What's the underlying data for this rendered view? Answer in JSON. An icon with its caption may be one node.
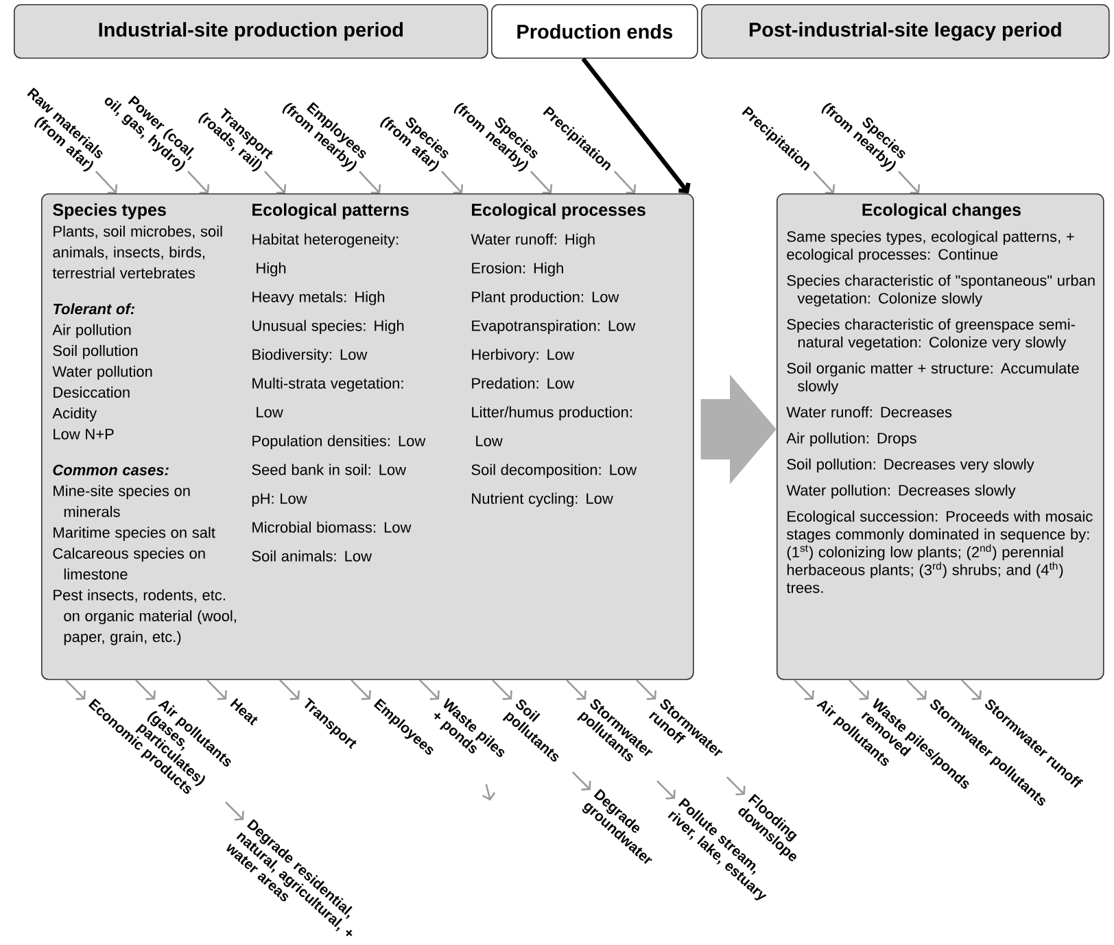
{
  "diagram": {
    "nodes": [
      {
        "text": [
          "Industrial-site production period"
        ]
      },
      {
        "text": [
          "Production ends"
        ]
      },
      {
        "text": [
          "Post-industrial-site legacy period"
        ]
      },
      {
        "text": [
          "Species types",
          "Plants, soil microbes, soil animals, insects, birds, terrestrial vertebrates",
          "Tolerant of:",
          "Air pollution",
          "Soil pollution",
          "Water pollution",
          "Desiccation",
          "Acidity",
          "Low N+P",
          "Common cases:",
          "Mine-site species on minerals",
          "Maritime species on salt",
          "Calcareous species on limestone",
          "Pest insects, rodents, etc. on organic material (wool, paper, grain, etc.)",
          "Ecological patterns",
          "Habitat heterogeneity: High",
          "Heavy metals: High",
          "Unusual species: High",
          "Biodiversity: Low",
          "Multi-strata vegetation: Low",
          "Population densities: Low",
          "Seed bank in soil: Low",
          "pH: Low",
          "Microbial biomass: Low",
          "Soil animals: Low",
          "Ecological processes",
          "Water runoff: High",
          "Erosion: High",
          "Plant production: Low",
          "Evapotranspiration: Low",
          "Herbivory: Low",
          "Predation: Low",
          "Litter/humus production: Low",
          "Soil decomposition: Low",
          "Nutrient cycling: Low"
        ]
      },
      {
        "text": [
          "Ecological changes",
          "Same species types, ecological patterns, + ecological processes: Continue",
          "Species characteristic of \"spontaneous\" urban vegetation: Colonize slowly",
          "Species characteristic of greenspace semi-natural vegetation: Colonize very slowly",
          "Soil organic matter + structure: Accumulate slowly",
          "Water runoff: Decreases",
          "Air pollution: Drops",
          "Soil pollution: Decreases very slowly",
          "Water pollution: Decreases slowly",
          "Ecological succession: Proceeds with mosaic stages commonly dominated in sequence by: (1$^{st}$) colonizing low plants; (2$^{nd}$) perennial herbaceous plants; (3$^{rd}$) shrubs; and (4$^{th}$) trees."
        ]
      },
      {
        "text": [
          "Raw materials (from afar)"
        ]
      },
      {
        "text": [
          "Power (coal, oil, gas, hydro)"
        ]
      },
      {
        "text": [
          "Transport (roads, rail)"
        ]
      },
      {
        "text": [
          "Employees (from nearby)"
        ]
      },
      {
        "text": [
          "Species (from afar)"
        ]
      },
      {
        "text": [
          "Species (from nearby)"
        ]
      },
      {
        "text": [
          "Precipitation"
        ]
      },
      {
        "text": [
          "Precipitation"
        ]
      },
      {
        "text": [
          "Species (from nearby)"
        ]
      },
      {
        "text": [
          "Economic products"
        ]
      },
      {
        "text": [
          "Air pollutants (gases, particulates)"
        ]
      },
      {
        "text": [
          "Heat"
        ]
      },
      {
        "text": [
          "Transport"
        ]
      },
      {
        "text": [
          "Employees"
        ]
      },
      {
        "text": [
          "Waste piles + ponds"
        ]
      },
      {
        "text": [
          "Soil pollutants"
        ]
      },
      {
        "text": [
          "Stormwater pollutants"
        ]
      },
      {
        "text": [
          "Stormwater runoff"
        ]
      },
      {
        "text": [
          "Degrade residential, natural, agricultural, + water areas"
        ]
      },
      {
        "text": [
          "Degrade groundwater"
        ]
      },
      {
        "text": [
          "Pollute stream, river, lake, estuary"
        ]
      },
      {
        "text": [
          "Flooding downslope"
        ]
      },
      {
        "text": [
          "Air pollutants"
        ]
      },
      {
        "text": [
          "Waste piles/ponds removed"
        ]
      },
      {
        "text": [
          "Stormwater pollutants"
        ]
      },
      {
        "text": [
          "Stormwater runoff"
        ]
      }
    ],
    "edges": [
      {
        "from": 1,
        "to": 3,
        "arrow": "to",
        "style": "thick",
        "color": "#000000"
      },
      {
        "from": 3,
        "to": 4,
        "arrow": "to",
        "style": "thick",
        "color": "#b0b0b0"
      },
      {
        "from": 5,
        "to": 3,
        "arrow": "to"
      },
      {
        "from": 6,
        "to": 3,
        "arrow": "to"
      },
      {
        "from": 7,
        "to": 3,
        "arrow": "to"
      },
      {
        "from": 8,
        "to": 3,
        "arrow": "to"
      },
      {
        "from": 9,
        "to": 3,
        "arrow": "to"
      },
      {
        "from": 10,
        "to": 3,
        "arrow": "to"
      },
      {
        "from": 11,
        "to": 3,
        "arrow": "to"
      },
      {
        "from": 12,
        "to": 4,
        "arrow": "to"
      },
      {
        "from": 13,
        "to": 4,
        "arrow": "to"
      },
      {
        "from": 3,
        "to": 14,
        "arrow": "to"
      },
      {
        "from": 3,
        "to": 15,
        "arrow": "to"
      },
      {
        "from": 3,
        "to": 16,
        "arrow": "to"
      },
      {
        "from": 3,
        "to": 17,
        "arrow": "to"
      },
      {
        "from": 3,
        "to": 18,
        "arrow": "to"
      },
      {
        "from": 3,
        "to": 19,
        "arrow": "to"
      },
      {
        "from": 3,
        "to": 20,
        "arrow": "to"
      },
      {
        "from": 3,
        "to": 21,
        "arrow": "to"
      },
      {
        "from": 3,
        "to": 22,
        "arrow": "to"
      },
      {
        "from": 15,
        "to": 23,
        "arrow": "to"
      },
      {
        "from": 19,
        "to": null,
        "arrow": "to"
      },
      {
        "from": 20,
        "to": 24,
        "arrow": "to"
      },
      {
        "from": 21,
        "to": 25,
        "arrow": "to"
      },
      {
        "from": 22,
        "to": 26,
        "arrow": "to"
      },
      {
        "from": 4,
        "to": 27,
        "arrow": "to"
      },
      {
        "from": 4,
        "to": 28,
        "arrow": "to"
      },
      {
        "from": 4,
        "to": 29,
        "arrow": "to"
      },
      {
        "from": 4,
        "to": 30,
        "arrow": "to"
      }
    ]
  }
}
